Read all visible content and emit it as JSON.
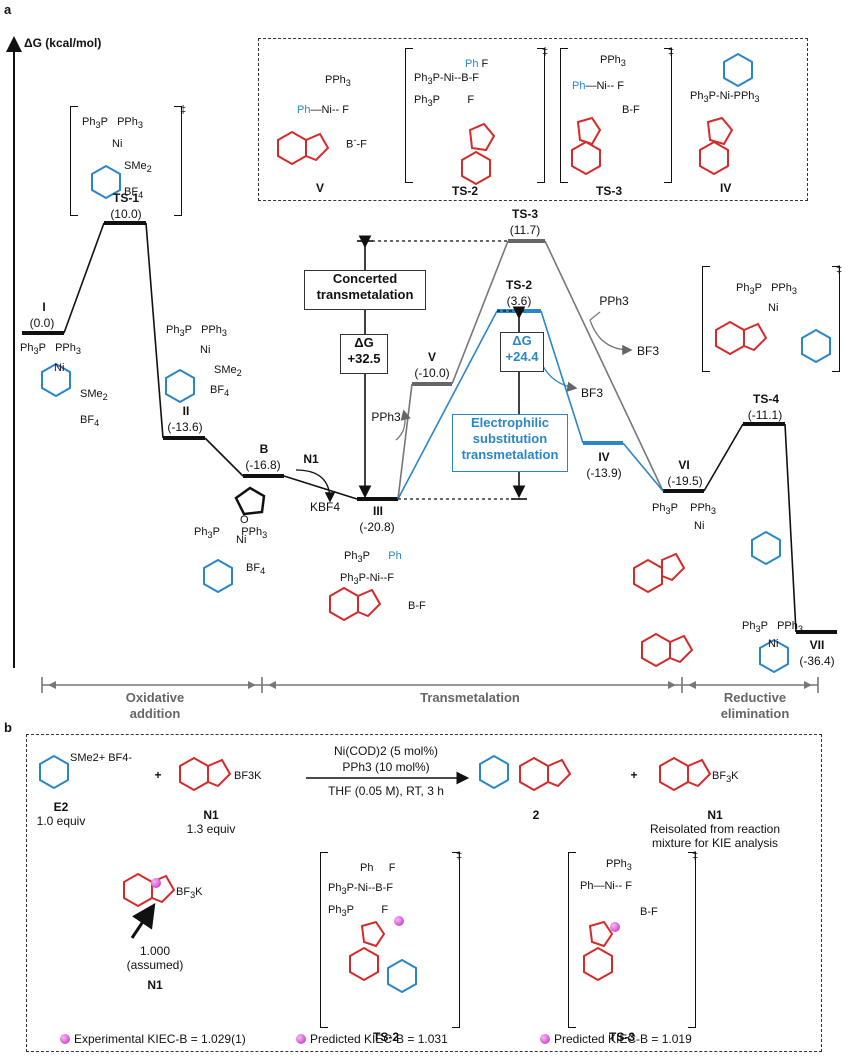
{
  "panel_a": {
    "letter": "a",
    "axis_label": "ΔG (kcal/mol)",
    "states": {
      "I": {
        "name": "I",
        "value": "(0.0)"
      },
      "TS1": {
        "name": "TS-1",
        "value": "(10.0)"
      },
      "II": {
        "name": "II",
        "value": "(-13.6)"
      },
      "B": {
        "name": "B",
        "value": "(-16.8)"
      },
      "N1": {
        "name": "N1"
      },
      "KBF4": {
        "name": "KBF4"
      },
      "III": {
        "name": "III",
        "value": "(-20.8)"
      },
      "V": {
        "name": "V",
        "value": "(-10.0)"
      },
      "TS3": {
        "name": "TS-3",
        "value": "(11.7)"
      },
      "TS2": {
        "name": "TS-2",
        "value": "(3.6)"
      },
      "IV": {
        "name": "IV",
        "value": "(-13.9)"
      },
      "VI": {
        "name": "VI",
        "value": "(-19.5)"
      },
      "TS4": {
        "name": "TS-4",
        "value": "(-11.1)"
      },
      "VII": {
        "name": "VII",
        "value": "(-36.4)"
      }
    },
    "labels": {
      "concerted": "Concerted transmetalation",
      "electrophilic": "Electrophilic substitution transmetalation",
      "dg_concerted": "ΔG +32.5",
      "dg_electrophilic": "ΔG +24.4",
      "pph3_left": "PPh3",
      "pph3_right": "PPh3",
      "bf3_a": "BF3",
      "bf3_b": "BF3"
    },
    "inset_structs": [
      "V",
      "TS-2",
      "TS-3",
      "IV"
    ],
    "sections": [
      "Oxidative addition",
      "Transmetalation",
      "Reductive elimination"
    ]
  },
  "panel_b": {
    "letter": "b",
    "reagents": {
      "e2_name": "E2",
      "e2_equiv": "1.0 equiv",
      "e2_formula": "SMe2+ BF4-",
      "n1_name": "N1",
      "n1_equiv": "1.3 equiv",
      "n1_formula": "BF3K",
      "conditions": [
        "Ni(COD)2 (5 mol%)",
        "PPh3 (10 mol%)",
        "THF (0.05 M), RT, 3 h"
      ],
      "product": "2",
      "n1_reisolated": "N1",
      "n1_reisolated_note": "Reisolated from reaction mixture for KIE analysis"
    },
    "kie": {
      "assumed": "1.000 (assumed)",
      "n1_label": "N1",
      "ts2_label": "TS-2",
      "ts3_label": "TS-3",
      "experimental": "Experimental KIEC-B = 1.029(1)",
      "predicted_ts2": "Predicted KIEC-B = 1.031",
      "predicted_ts3": "Predicted KIEC-B = 1.019"
    }
  },
  "colors": {
    "red": "#d42a2a",
    "blue": "#2a86c7",
    "gray": "#777777",
    "black": "#111111"
  }
}
